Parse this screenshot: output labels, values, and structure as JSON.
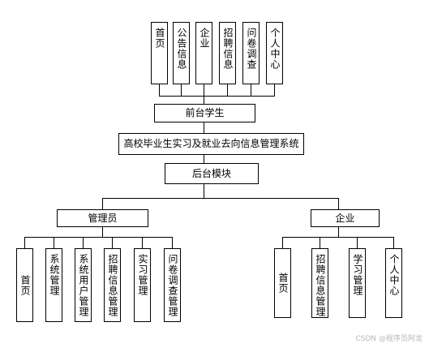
{
  "front_top_items": [
    "首页",
    "公告信息",
    "企业",
    "招聘信息",
    "问卷调查",
    "个人中心"
  ],
  "front_role": "前台学生",
  "system_title": "高校毕业生实习及就业去向信息管理系统",
  "backend": "后台模块",
  "admin_role": "管理员",
  "admin_items": [
    "首页",
    "系统管理",
    "系统用户管理",
    "招聘信息管理",
    "实习管理",
    "问卷调查管理"
  ],
  "company_role": "企业",
  "company_items": [
    "首页",
    "招聘信息管理",
    "学习管理",
    "个人中心"
  ],
  "watermark": "CSDN @程序员阿龙"
}
